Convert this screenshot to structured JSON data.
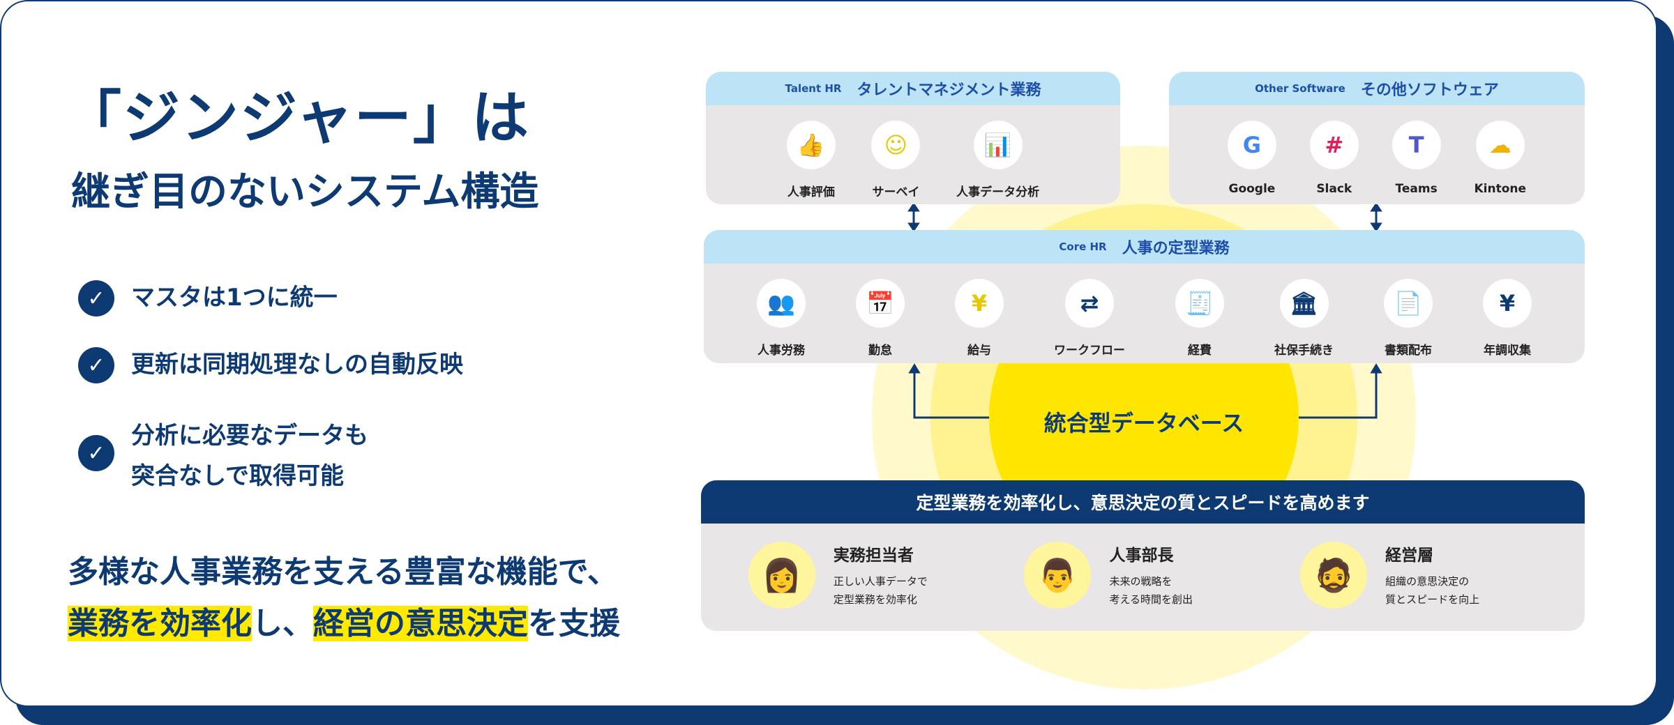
{
  "left": {
    "title_line1": "「ジンジャー」は",
    "title_line2": "継ぎ目のないシステム構造",
    "checks": [
      "マスタは1つに統一",
      "更新は同期処理なしの自動反映",
      "分析に必要なデータも\n突合なしで取得可能"
    ],
    "bottom_line1": "多様な人事業務を支える豊富な機能で、",
    "bottom_hl1": "業務を効率化",
    "bottom_mid": "し、",
    "bottom_hl2": "経営の意思決定",
    "bottom_end": "を支援"
  },
  "talent": {
    "en": "Talent HR",
    "jp": "タレントマネジメント業務",
    "items": [
      {
        "label": "人事評価",
        "icon": "👍"
      },
      {
        "label": "サーベイ",
        "icon": "☺"
      },
      {
        "label": "人事データ分析",
        "icon": "📊"
      }
    ]
  },
  "other": {
    "en": "Other Software",
    "jp": "その他ソフトウェア",
    "items": [
      {
        "label": "Google",
        "icon": "G"
      },
      {
        "label": "Slack",
        "icon": "#"
      },
      {
        "label": "Teams",
        "icon": "T"
      },
      {
        "label": "Kintone",
        "icon": "☁"
      }
    ]
  },
  "core": {
    "en": "Core HR",
    "jp": "人事の定型業務",
    "items": [
      {
        "label": "人事労務",
        "icon": "👥"
      },
      {
        "label": "勤怠",
        "icon": "📅"
      },
      {
        "label": "給与",
        "icon": "¥"
      },
      {
        "label": "ワークフロー",
        "icon": "⇄"
      },
      {
        "label": "経費",
        "icon": "🧾"
      },
      {
        "label": "社保手続き",
        "icon": "🏛"
      },
      {
        "label": "書類配布",
        "icon": "📄"
      },
      {
        "label": "年調収集",
        "icon": "¥"
      }
    ]
  },
  "database": "統合型データベース",
  "benefit": {
    "headline": "定型業務を効率化し、意思決定の質とスピードを高めます",
    "people": [
      {
        "name": "実務担当者",
        "desc": "正しい人事データで\n定型業務を効率化",
        "icon": "👩"
      },
      {
        "name": "人事部長",
        "desc": "未来の戦略を\n考える時間を創出",
        "icon": "👨"
      },
      {
        "name": "経営層",
        "desc": "組織の意思決定の\n質とスピードを向上",
        "icon": "🧔"
      }
    ]
  },
  "colors": {
    "navy": "#0d3a72",
    "yellow": "#ffea00",
    "lightblue": "#bde3f7",
    "gray": "#e8e6e6"
  }
}
